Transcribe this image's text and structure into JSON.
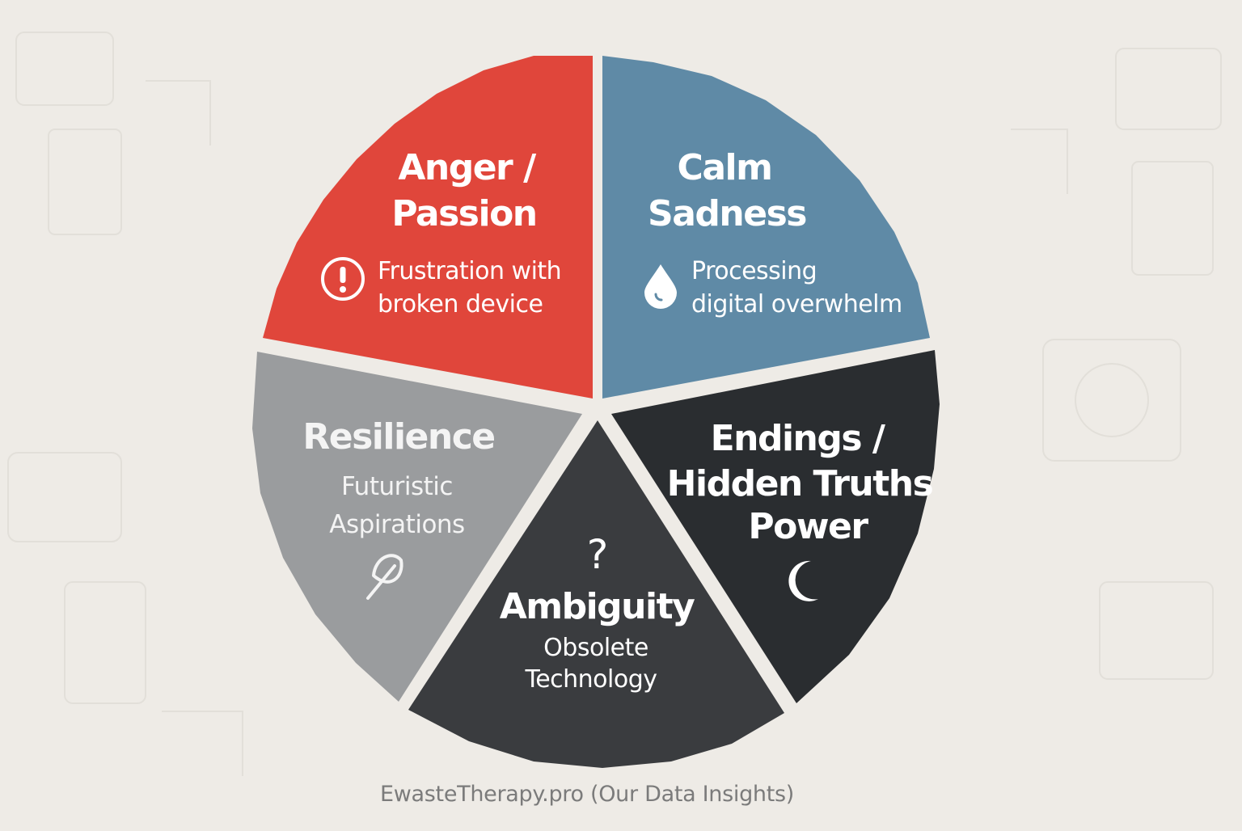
{
  "diagram": {
    "segments": [
      {
        "id": "anger",
        "title_lines": [
          "Anger /",
          "Passion"
        ],
        "subtitle_lines": [
          "Frustration with",
          "broken device"
        ],
        "icon": "exclamation-circle-icon",
        "color": "#e0463b"
      },
      {
        "id": "calm",
        "title_lines": [
          "Calm",
          "Sadness"
        ],
        "subtitle_lines": [
          "Processing",
          "digital overwhelm"
        ],
        "icon": "water-drop-icon",
        "color": "#5f8aa6"
      },
      {
        "id": "endings",
        "title_lines": [
          "Endings /",
          "Hidden Truths",
          "Power"
        ],
        "subtitle_lines": [],
        "icon": "crescent-moon-icon",
        "color": "#2a2d30"
      },
      {
        "id": "ambiguity",
        "title_lines": [
          "Ambiguity"
        ],
        "subtitle_lines": [
          "Obsolete",
          "Technology"
        ],
        "icon": "question-mark-icon",
        "color": "#3a3c3f"
      },
      {
        "id": "resilience",
        "title_lines": [
          "Resilience"
        ],
        "subtitle_lines": [
          "Futuristic",
          "Aspirations"
        ],
        "icon": "leaf-icon",
        "color": "#9a9c9e"
      }
    ],
    "icon_glyphs": {
      "question_mark": "?"
    },
    "footer": "EwasteTherapy.pro (Our Data Insights)"
  }
}
